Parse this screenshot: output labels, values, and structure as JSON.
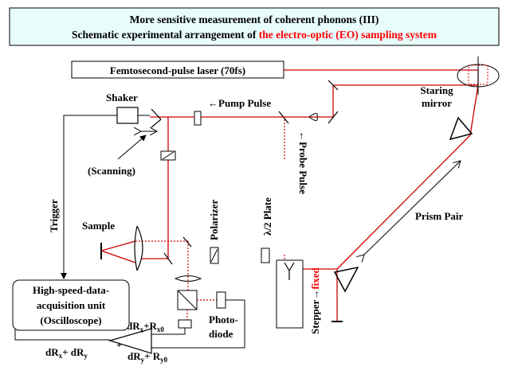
{
  "title": {
    "line1": "More sensitive measurement of coherent phonons (III)",
    "line2_prefix": "Schematic experimental arrangement of ",
    "line2_highlight": "the electro-optic (EO) sampling system"
  },
  "labels": {
    "laser": "Femtosecond-pulse laser (70fs)",
    "shaker": "Shaker",
    "scanning": "(Scanning)",
    "pump_pulse": "←Pump Pulse",
    "probe_pulse": "←Probe Pulse",
    "staring_mirror_line1": "Staring",
    "staring_mirror_line2": "mirror",
    "trigger": "Trigger",
    "sample": "Sample",
    "polarizer": "Polarizer",
    "half_wave_plate": "λ/2 Plate",
    "prism_pair": "Prism Pair",
    "daq_line1": "High-speed-data-",
    "daq_line2": "acquisition unit",
    "daq_line3": "(Oscilloscope)",
    "photodiode_line1": "Photo-",
    "photodiode_line2": "diode",
    "stepper_prefix": "Stepper→",
    "stepper_highlight": "fixed",
    "sum_x_main": "dR",
    "sum_x_sub": "x",
    "sum_plus": "+R",
    "sum_x0_sub": "x0",
    "sum_y_main": "dR",
    "sum_y_sub": "y",
    "sum_y_plus": "+ R",
    "sum_y0_sub": "y0",
    "diff_a": "dR",
    "diff_a_sub": "x",
    "diff_plus": "+ dR",
    "diff_b_sub": "y",
    "amp_minus": "-",
    "amp_plus": "+"
  },
  "colors": {
    "beam": "#cc0000",
    "highlight": "#ff0000",
    "title_bg": "#e8fcfc",
    "ink": "#000000"
  }
}
